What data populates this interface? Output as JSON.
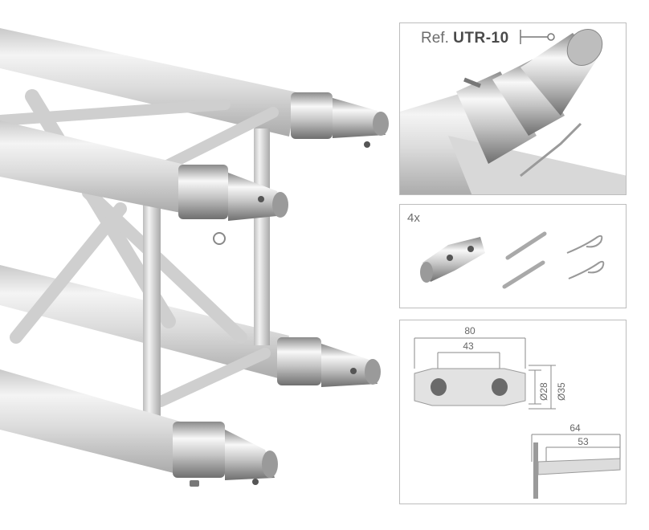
{
  "ref": {
    "prefix": "Ref.",
    "code": "UTR-10"
  },
  "accessories": {
    "quantity": "4x"
  },
  "spigot_drawing": {
    "length": "80",
    "hole_spacing": "43",
    "diameter_small": "Ø28",
    "diameter_large": "Ø35"
  },
  "pin_drawing": {
    "length": "64",
    "length_inner": "53"
  }
}
